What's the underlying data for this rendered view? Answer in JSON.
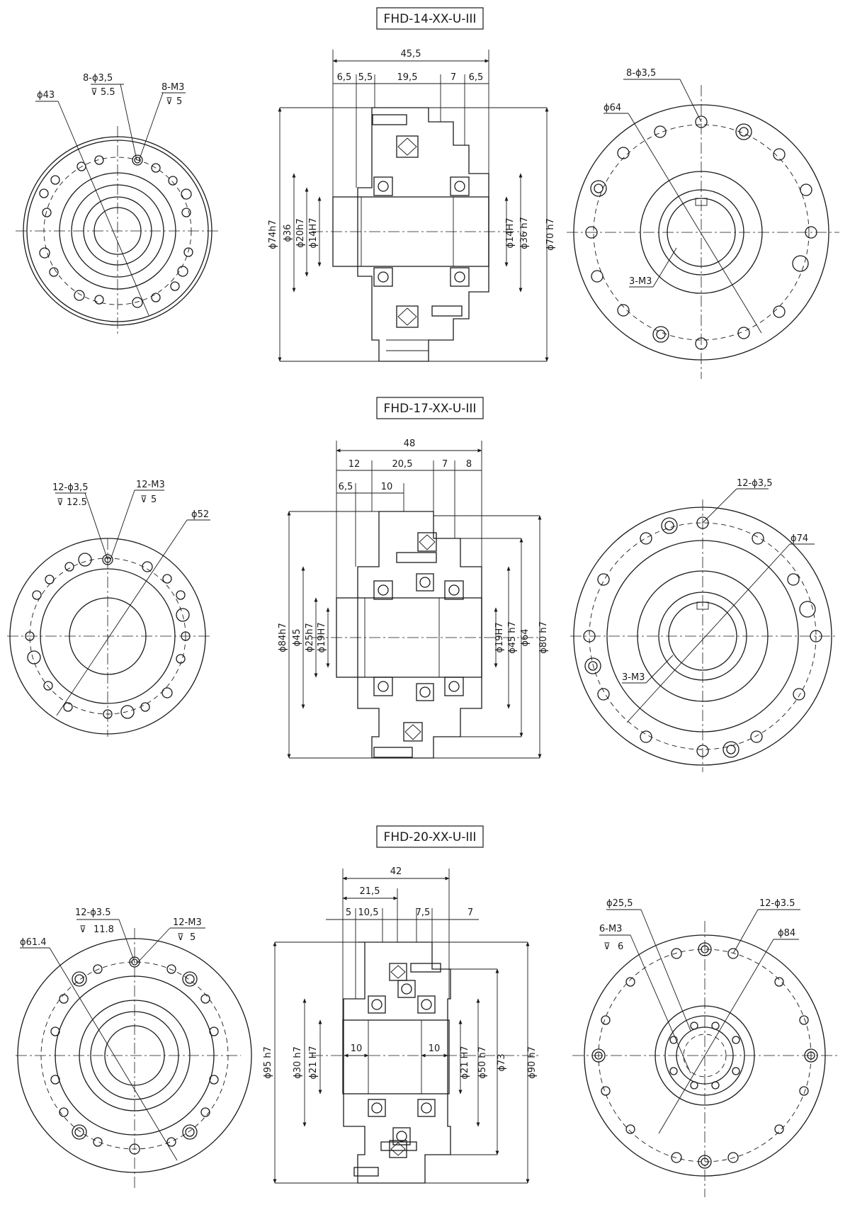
{
  "drawings": [
    {
      "title": "FHD-14-XX-U-III",
      "left": {
        "callouts": [
          "ϕ43",
          "8-ϕ3,5",
          "5.5",
          "8-M3",
          "5"
        ]
      },
      "side": {
        "width_dims": [
          "45,5",
          "6,5",
          "5,5",
          "19,5",
          "7",
          "6,5"
        ],
        "left_diams": [
          "ϕ74h7",
          "ϕ36",
          "ϕ20h7",
          "ϕ14H7"
        ],
        "right_diams": [
          "ϕ14H7",
          "ϕ36 h7",
          "ϕ70 h7"
        ]
      },
      "right": {
        "callouts": [
          "8-ϕ3,5",
          "ϕ64",
          "3-M3"
        ]
      }
    },
    {
      "title": "FHD-17-XX-U-III",
      "left": {
        "callouts": [
          "12-ϕ3,5",
          "12.5",
          "12-M3",
          "5",
          "ϕ52"
        ]
      },
      "side": {
        "width_dims": [
          "48",
          "12",
          "20,5",
          "7",
          "8",
          "6,5",
          "10"
        ],
        "left_diams": [
          "ϕ84h7",
          "ϕ45",
          "ϕ25h7",
          "ϕ19H7"
        ],
        "right_diams": [
          "ϕ19H7",
          "ϕ45 h7",
          "ϕ64",
          "ϕ80 h7"
        ]
      },
      "right": {
        "callouts": [
          "12-ϕ3,5",
          "ϕ74",
          "3-M3"
        ]
      }
    },
    {
      "title": "FHD-20-XX-U-III",
      "left": {
        "callouts": [
          "12-ϕ3.5",
          "11.8",
          "12-M3",
          "5",
          "ϕ61.4"
        ]
      },
      "side": {
        "width_dims": [
          "42",
          "21,5",
          "5",
          "10,5",
          "7,5",
          "7",
          "10",
          "10"
        ],
        "left_diams": [
          "ϕ95 h7",
          "ϕ30 h7",
          "ϕ21 H7"
        ],
        "right_diams": [
          "ϕ21 H7",
          "ϕ50 h7",
          "ϕ73",
          "ϕ90 h7"
        ]
      },
      "right": {
        "callouts": [
          "ϕ25,5",
          "6-M3",
          "6",
          "12-ϕ3.5",
          "ϕ84"
        ]
      }
    }
  ]
}
